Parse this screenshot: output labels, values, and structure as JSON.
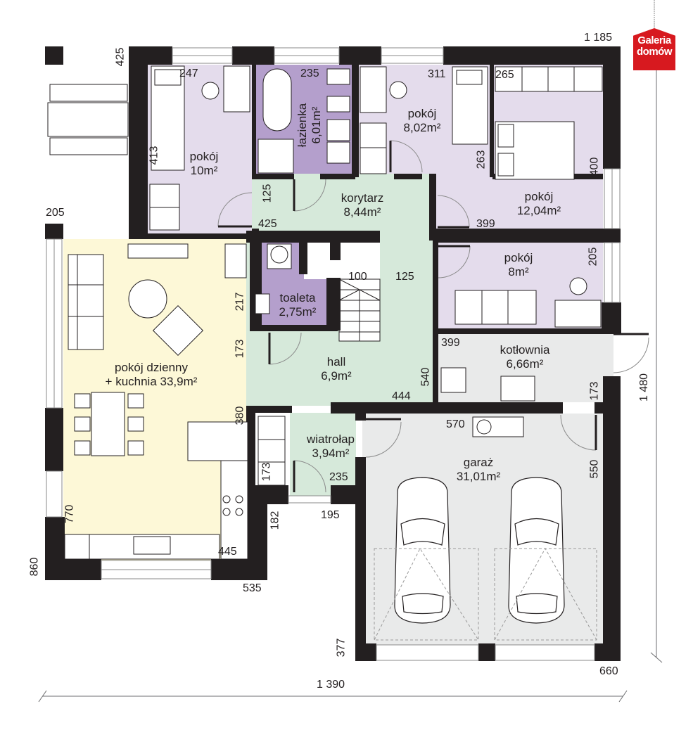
{
  "brand": {
    "logo_line1": "Galeria",
    "logo_line2": "domów",
    "logo_color": "#d7191f"
  },
  "colors": {
    "wall": "#231f20",
    "bedroom_fill": "#e4dcec",
    "bathroom_fill": "#b49fcc",
    "hall_fill": "#d6e9da",
    "living_fill": "#fdf8d7",
    "utility_fill": "#e9eaea",
    "furniture_fill": "#ffffff"
  },
  "rooms": [
    {
      "id": "pokoj-10",
      "name": "pokój",
      "area": "10m²"
    },
    {
      "id": "lazienka",
      "name": "łazienka",
      "area": "6,01m²"
    },
    {
      "id": "pokoj-802",
      "name": "pokój",
      "area": "8,02m²"
    },
    {
      "id": "pokoj-1204",
      "name": "pokój",
      "area": "12,04m²"
    },
    {
      "id": "korytarz",
      "name": "korytarz",
      "area": "8,44m²"
    },
    {
      "id": "pokoj-8",
      "name": "pokój",
      "area": "8m²"
    },
    {
      "id": "toaleta",
      "name": "toaleta",
      "area": "2,75m²"
    },
    {
      "id": "hall",
      "name": "hall",
      "area": "6,9m²"
    },
    {
      "id": "kotlownia",
      "name": "kotłownia",
      "area": "6,66m²"
    },
    {
      "id": "dzienny",
      "name": "pokój dzienny",
      "area": "+ kuchnia 33,9m²"
    },
    {
      "id": "wiatrolap",
      "name": "wiatrołap",
      "area": "3,94m²"
    },
    {
      "id": "garaz",
      "name": "garaż",
      "area": "31,01m²"
    }
  ],
  "dimensions": {
    "top_right": "1 185",
    "left_top": "425",
    "room10_width": "247",
    "room10_height": "413",
    "bath_width": "235",
    "room802_width": "311",
    "room802_height": "263",
    "room1204_width": "265",
    "room1204_height": "400",
    "room1204_bottom": "399",
    "corridor_height": "125",
    "corridor_width": "425",
    "stairs": "100",
    "hall_right": "125",
    "room8_height": "205",
    "living_top": "205",
    "living_217": "217",
    "living_173": "173",
    "living_380": "380",
    "living_770": "770",
    "living_445": "445",
    "left_bottom": "860",
    "bottom_535": "535",
    "hall_540": "540",
    "hall_444": "444",
    "boiler_399": "399",
    "boiler_173": "173",
    "vest_173": "173",
    "vest_235": "235",
    "vest_182": "182",
    "vest_195": "195",
    "garage_570": "570",
    "garage_550": "550",
    "garage_377": "377",
    "garage_660": "660",
    "total_width": "1 390",
    "total_height": "1 480"
  }
}
